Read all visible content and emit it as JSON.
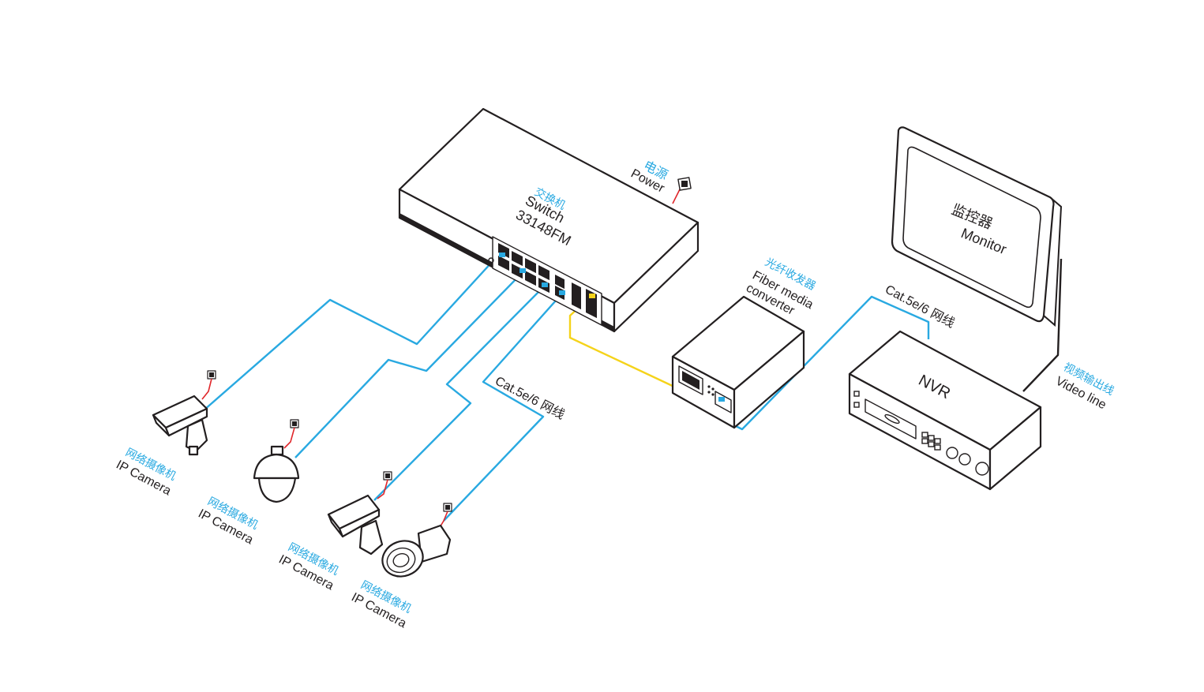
{
  "switch": {
    "name_cn": "交换机",
    "name_en": "Switch",
    "model": "33148FM"
  },
  "power": {
    "label_cn": "电源",
    "label_en": "Power"
  },
  "fiber_converter": {
    "label_cn": "光纤收发器",
    "label_en_line1": "Fiber media",
    "label_en_line2": "converter"
  },
  "monitor": {
    "label_cn": "监控器",
    "label_en": "Monitor"
  },
  "nvr": {
    "label": "NVR"
  },
  "video_line": {
    "label_cn": "视频输出线",
    "label_en": "Video line"
  },
  "cable_right": {
    "label": "Cat.5e/6 网线"
  },
  "cable_left": {
    "label": "Cat.5e/6 网线"
  },
  "cameras": [
    {
      "label_cn": "网络摄像机",
      "label_en": "IP Camera"
    },
    {
      "label_cn": "网络摄像机",
      "label_en": "IP Camera"
    },
    {
      "label_cn": "网络摄像机",
      "label_en": "IP Camera"
    },
    {
      "label_cn": "网络摄像机",
      "label_en": "IP Camera"
    }
  ],
  "colors": {
    "cable": "#29a9e1",
    "fiber": "#f5d31a",
    "power": "#e0262a",
    "outline": "#231f20",
    "label_cn": "#29a9e1"
  }
}
